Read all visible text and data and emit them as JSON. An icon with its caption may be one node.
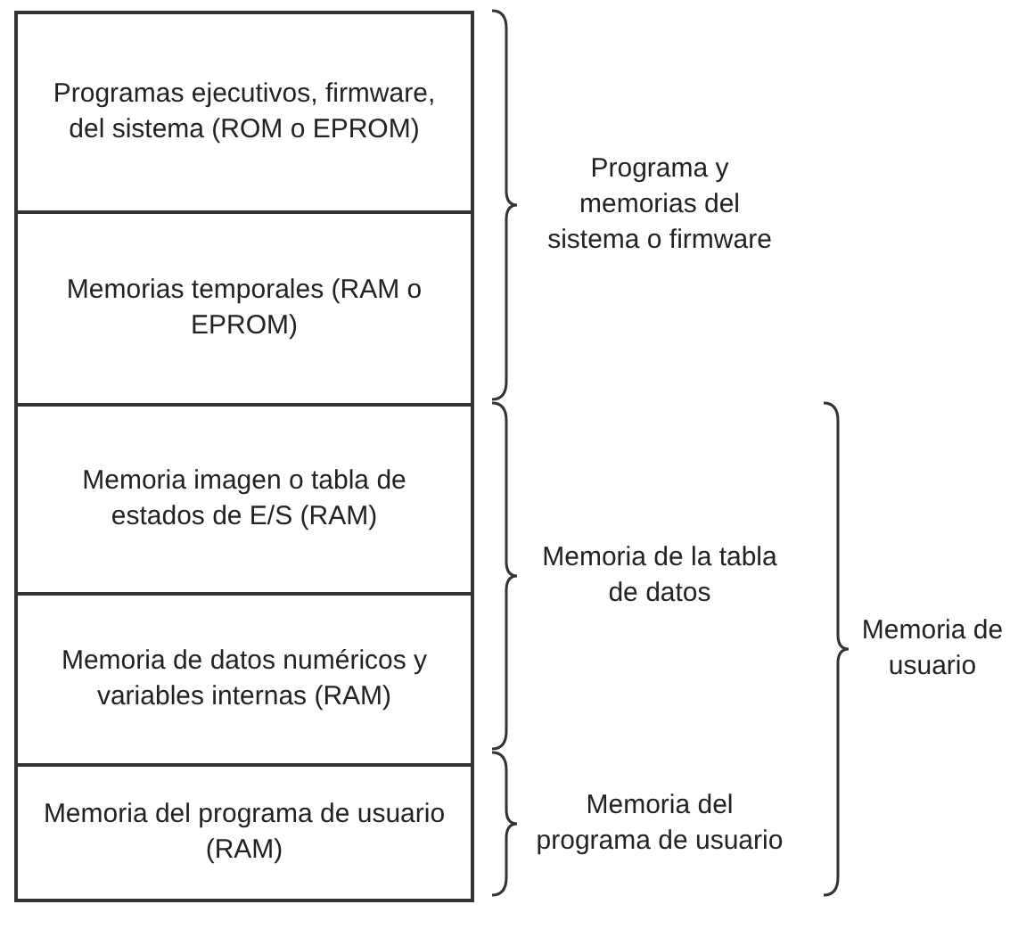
{
  "diagram": {
    "nodes": [
      {
        "text": [
          "Programas ejecutivos, firmware, del sistema (ROM o EPROM)"
        ]
      },
      {
        "text": [
          "Memorias temporales (RAM o EPROM)"
        ]
      },
      {
        "text": [
          "Memoria imagen o tabla de estados de E/S (RAM)"
        ]
      },
      {
        "text": [
          "Memoria de datos numéricos y variables internas (RAM)"
        ]
      },
      {
        "text": [
          "Memoria del programa de usuario (RAM)"
        ]
      }
    ],
    "labels": [
      "Programa y memorias del sistema o firmware",
      "Memoria de la tabla de datos",
      "Memoria del programa de usuario",
      "Memoria de usuario"
    ]
  }
}
